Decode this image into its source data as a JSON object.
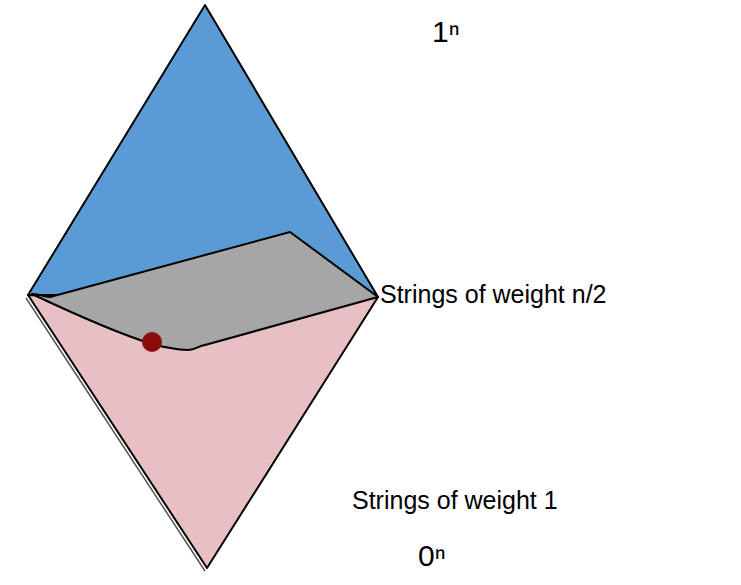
{
  "diagram": {
    "labels": [
      "1ⁿ",
      "Strings of weight n/2",
      "Strings of weight 1",
      "0ⁿ"
    ]
  }
}
